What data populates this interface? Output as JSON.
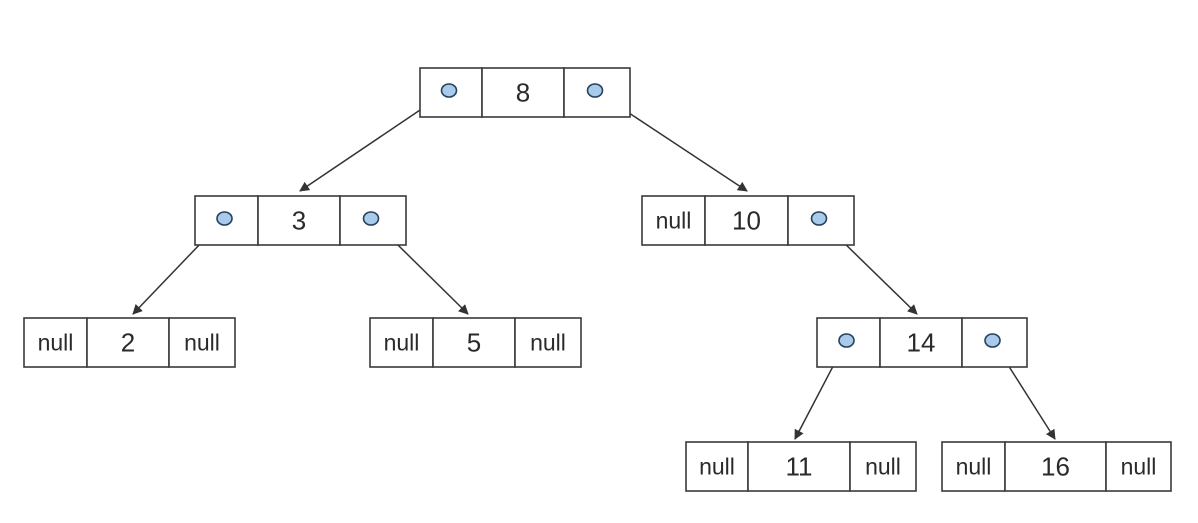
{
  "diagram": {
    "type": "binary-search-tree-linked-nodes",
    "null_label": "null",
    "colors": {
      "pointer_fill": "#a9cbeb",
      "pointer_stroke": "#27415e",
      "box_stroke": "#3a3a3a",
      "edge": "#333333"
    },
    "nodes": [
      {
        "id": "n8",
        "key": "8",
        "left": "n3",
        "right": "n10"
      },
      {
        "id": "n3",
        "key": "3",
        "left": "n2",
        "right": "n5"
      },
      {
        "id": "n10",
        "key": "10",
        "left": null,
        "right": "n14"
      },
      {
        "id": "n2",
        "key": "2",
        "left": null,
        "right": null
      },
      {
        "id": "n5",
        "key": "5",
        "left": null,
        "right": null
      },
      {
        "id": "n14",
        "key": "14",
        "left": "n11",
        "right": "n16"
      },
      {
        "id": "n11",
        "key": "11",
        "left": null,
        "right": null
      },
      {
        "id": "n16",
        "key": "16",
        "left": null,
        "right": null
      }
    ]
  }
}
